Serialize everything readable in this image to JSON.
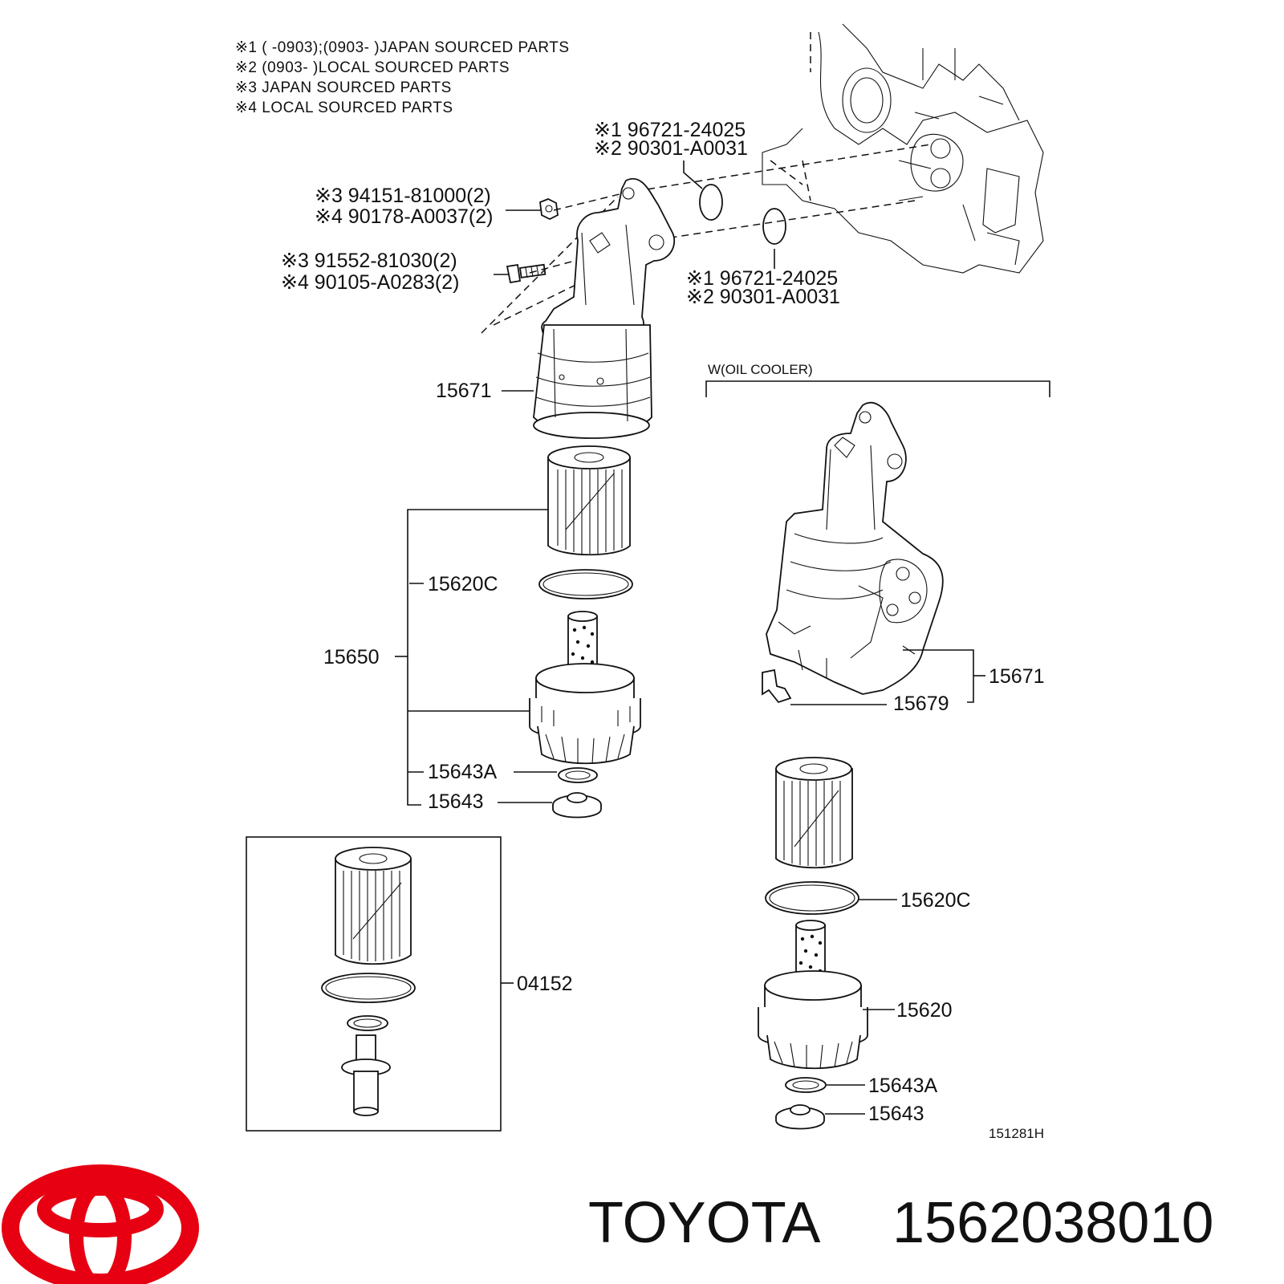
{
  "notes": [
    "※1 (      -0903);(0903-      )JAPAN SOURCED PARTS",
    "※2 (0903-      )LOCAL SOURCED PARTS",
    "※3 JAPAN SOURCED PARTS",
    "※4 LOCAL SOURCED PARTS"
  ],
  "callouts": {
    "oring_top_a": "※1 96721-24025",
    "oring_top_b": "※2 90301-A0031",
    "nut_a": "※3 94151-81000(2)",
    "nut_b": "※4 90178-A0037(2)",
    "bolt_a": "※3 91552-81030(2)",
    "bolt_b": "※4 90105-A0283(2)",
    "oring_mid_a": "※1 96721-24025",
    "oring_mid_b": "※2 90301-A0031"
  },
  "left_parts": {
    "bracket": "15671",
    "assembly": "15650",
    "gasket": "15620C",
    "washer": "15643A",
    "plug": "15643"
  },
  "kit": {
    "label": "04152"
  },
  "oil_cooler": {
    "title": "W(OIL COOLER)",
    "bracket": "15671",
    "clip": "15679",
    "gasket": "15620C",
    "cap": "15620",
    "washer": "15643A",
    "plug": "15643"
  },
  "figure_code": "151281H",
  "brand": {
    "name": "TOYOTA",
    "part_number": "1562038010",
    "logo_color": "#e60012"
  }
}
